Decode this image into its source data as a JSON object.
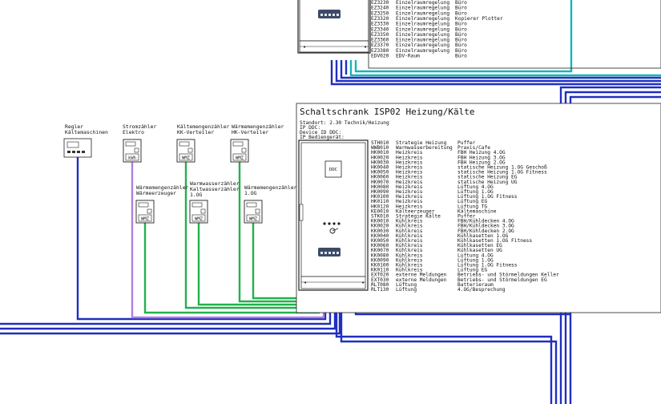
{
  "top_cabinet": {
    "table": [
      [
        "EZ3230",
        "Einzelraumregelung",
        "Büro"
      ],
      [
        "EZ3240",
        "Einzelraumregelung",
        "Büro"
      ],
      [
        "EZ3250",
        "Einzelraumregelung",
        "Büro"
      ],
      [
        "EZ3320",
        "Einzelraumregelung",
        "Kopierer Plotter"
      ],
      [
        "EZ3330",
        "Einzelraumregelung",
        "Büro"
      ],
      [
        "EZ3340",
        "Einzelraumregelung",
        "Büro"
      ],
      [
        "EZ3350",
        "Einzelraumregelung",
        "Büro"
      ],
      [
        "EZ3360",
        "Einzelraumregelung",
        "Büro"
      ],
      [
        "EZ3370",
        "Einzelraumregelung",
        "Büro"
      ],
      [
        "EZ3380",
        "Einzelraumregelung",
        "Büro"
      ],
      [
        "EDV020",
        "EDV-Raum",
        "Büro"
      ]
    ]
  },
  "cabinet": {
    "title": "Schaltschrank ISP02 Heizung/Kälte",
    "info": [
      "Standort: 2.30 Technik/Heizung",
      "IP DDC:",
      "Device ID DDC:",
      "IP Bediengerät:"
    ],
    "ddc_label": "DDC",
    "table": [
      [
        "STH010",
        "Strategie Heizung",
        "Puffer"
      ],
      [
        "WWB010",
        "Warmwasserbereitung",
        "Praxis/Cafe"
      ],
      [
        "HK0010",
        "Heizkreis",
        "FBH Heizung 4.OG"
      ],
      [
        "HK0020",
        "Heizkreis",
        "FBH Heizung 3.OG"
      ],
      [
        "HK0030",
        "Heizkreis",
        "FBH Heizung 2.OG"
      ],
      [
        "HK0040",
        "Heizkreis",
        "statische Heizung 1.OG Geschoß"
      ],
      [
        "HK0050",
        "Heizkreis",
        "statische Heizung 1.OG Fitness"
      ],
      [
        "HK0060",
        "Heizkreis",
        "statische Heizung EG"
      ],
      [
        "HK0070",
        "Heizkreis",
        "statische Heizung UG"
      ],
      [
        "HK0080",
        "Heizkreis",
        "Lüftung 4.OG"
      ],
      [
        "HK0090",
        "Heizkreis",
        "Lüftung 1.OG"
      ],
      [
        "HK0100",
        "Heizkreis",
        "Lüftung 1.OG Fitness"
      ],
      [
        "HK0110",
        "Heizkreis",
        "Lüftung EG"
      ],
      [
        "HK0120",
        "Heizkreis",
        "Lüftung TG"
      ],
      [
        "KE0010",
        "Kälteerzeuger",
        "Kältemaschine"
      ],
      [
        "STK010",
        "Strategie Kälte",
        "Puffer"
      ],
      [
        "KK0010",
        "Kühlkreis",
        "FBH/Kühldecken 4.OG"
      ],
      [
        "KK0020",
        "Kühlkreis",
        "FBH/Kühldecken 3.OG"
      ],
      [
        "KK0030",
        "Kühlkreis",
        "FBH/Kühldecken 2.OG"
      ],
      [
        "KK0040",
        "Kühlkreis",
        "Kühlkasetten 1.OG"
      ],
      [
        "KK0050",
        "Kühlkreis",
        "Kühlkasetten 1.OG Fitness"
      ],
      [
        "KK0060",
        "Kühlkreis",
        "Kühlkasetten EG"
      ],
      [
        "KK0070",
        "Kühlkreis",
        "Kühlkasetten UG"
      ],
      [
        "KK0080",
        "Kühlkreis",
        "Lüftung 4.OG"
      ],
      [
        "KK0090",
        "Kühlkreis",
        "Lüftung 1.OG"
      ],
      [
        "KK0100",
        "Kühlkreis",
        "Lüftung 1.OG Fitness"
      ],
      [
        "KK0110",
        "Kühlkreis",
        "Lüftung EG"
      ],
      [
        "EXT020",
        "externe Meldungen",
        "Betriebs- und Störmeldungen Keller"
      ],
      [
        "EXT030",
        "externe Meldungen",
        "Betriebs- und Störmeldungen EG"
      ],
      [
        "RLT080",
        "Lüftung",
        "Batterieraum"
      ],
      [
        "RLT130",
        "Lüftung",
        "4.OG/Besprechung"
      ]
    ]
  },
  "devices": [
    {
      "id": "regler",
      "label": [
        "Regler",
        "Kältemaschinen"
      ]
    },
    {
      "id": "strom",
      "label": [
        "Stromzähler",
        "Elektro"
      ],
      "meter_text": "kWh"
    },
    {
      "id": "kk",
      "label": [
        "Kältemengenzähler",
        "KK-Verteiler"
      ],
      "meter_text": "WMZ"
    },
    {
      "id": "hk",
      "label": [
        "Wärmemengenzähler",
        "HK-Verteiler"
      ],
      "meter_text": "WMZ"
    },
    {
      "id": "we",
      "label": [
        "Wärmemengenzähler",
        "Wärmeerzeuger"
      ],
      "meter_text": "WMZ"
    },
    {
      "id": "ww",
      "label": [
        "Warmwasserzähler",
        "Kaltwasserzähler",
        "1.OG"
      ],
      "meter_text": "WMZ"
    },
    {
      "id": "og",
      "label": [
        "Wärmemengenzähler",
        "1.OG"
      ],
      "meter_text": "WMZ"
    }
  ],
  "colors": {
    "bus_blue": "#1f2fbf",
    "bus_teal": "#18b5b8",
    "bus_green": "#22b14c",
    "bus_purple": "#b07ee0",
    "switch": "#3c4a66"
  }
}
